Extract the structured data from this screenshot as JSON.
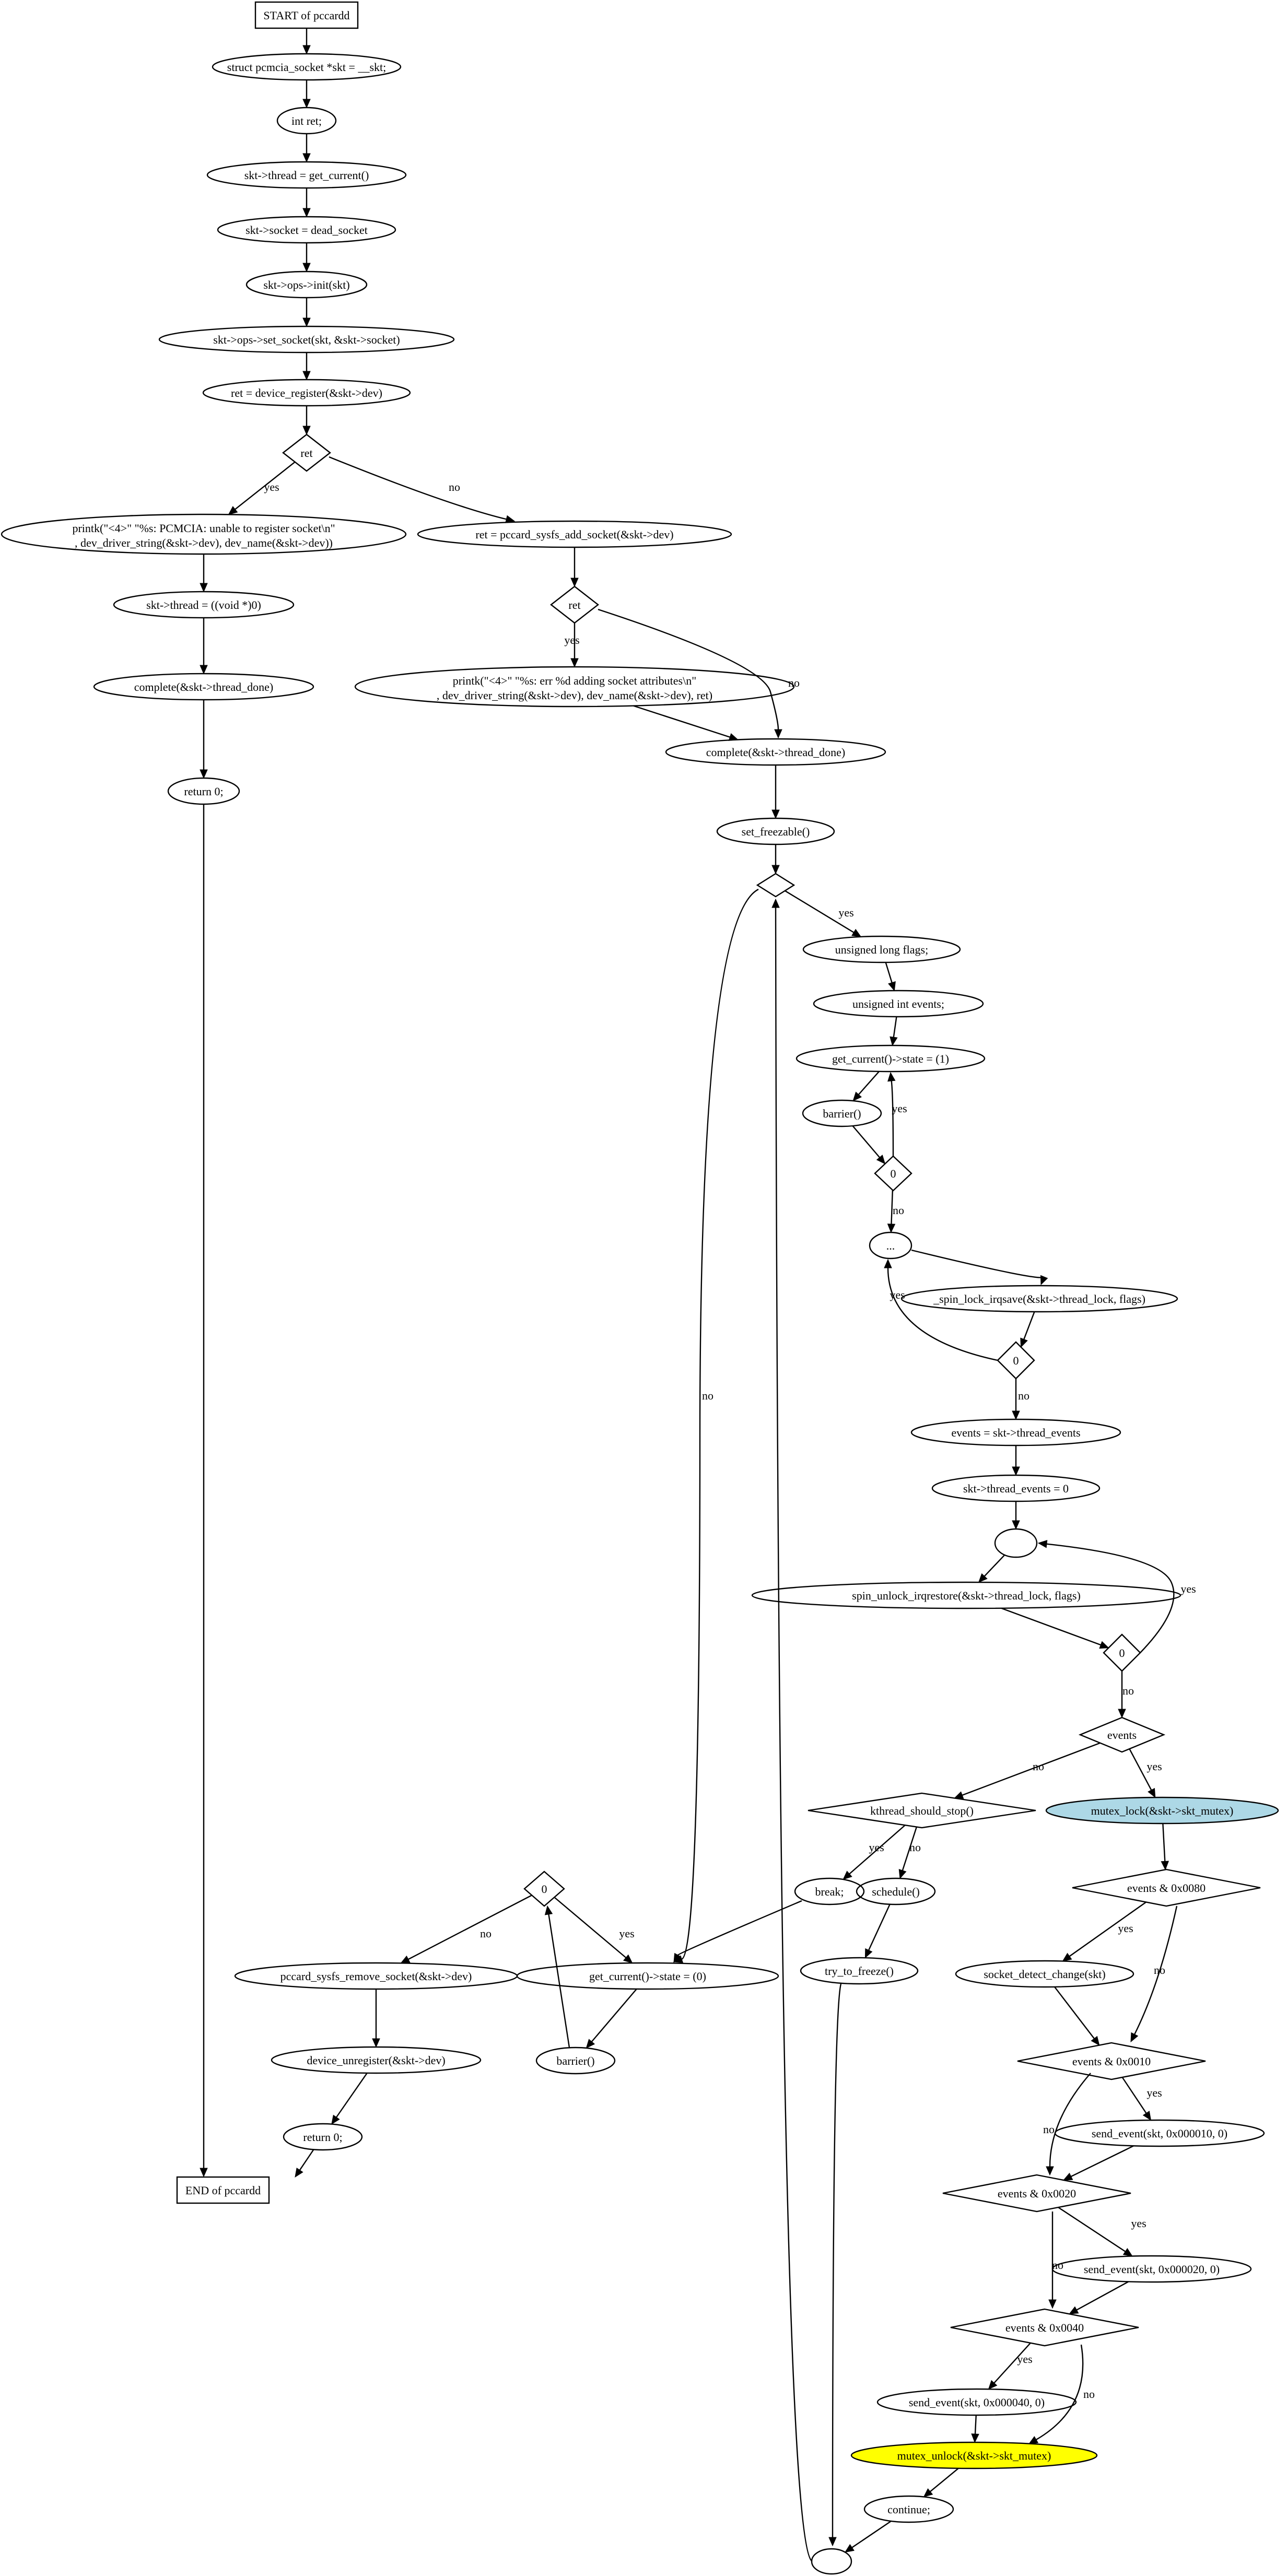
{
  "nodes": [
    {
      "id": "start",
      "shape": "box",
      "label": "START of pccardd"
    },
    {
      "id": "n1",
      "shape": "ellipse",
      "label": "struct pcmcia_socket *skt = __skt;"
    },
    {
      "id": "n2",
      "shape": "ellipse",
      "label": "int ret;"
    },
    {
      "id": "n3",
      "shape": "ellipse",
      "label": "skt->thread = get_current()"
    },
    {
      "id": "n4",
      "shape": "ellipse",
      "label": "skt->socket = dead_socket"
    },
    {
      "id": "n5",
      "shape": "ellipse",
      "label": "skt->ops->init(skt)"
    },
    {
      "id": "n6",
      "shape": "ellipse",
      "label": "skt->ops->set_socket(skt, &skt->socket)"
    },
    {
      "id": "n7",
      "shape": "ellipse",
      "label": "ret = device_register(&skt->dev)"
    },
    {
      "id": "d1",
      "shape": "diamond",
      "label": "ret"
    },
    {
      "id": "n8",
      "shape": "ellipse",
      "label": "printk(\"<4>\" \"%s: PCMCIA: unable to register socket\\n\", dev_driver_string(&skt->dev), dev_name(&skt->dev))",
      "lines": [
        "printk(\"<4>\" \"%s: PCMCIA: unable to register socket\\n\"",
        ", dev_driver_string(&skt->dev), dev_name(&skt->dev))"
      ]
    },
    {
      "id": "n9",
      "shape": "ellipse",
      "label": "skt->thread = ((void *)0)"
    },
    {
      "id": "n10",
      "shape": "ellipse",
      "label": "complete(&skt->thread_done)"
    },
    {
      "id": "n11",
      "shape": "ellipse",
      "label": "return 0;"
    },
    {
      "id": "n12",
      "shape": "ellipse",
      "label": "ret = pccard_sysfs_add_socket(&skt->dev)"
    },
    {
      "id": "d2",
      "shape": "diamond",
      "label": "ret"
    },
    {
      "id": "n13",
      "shape": "ellipse",
      "label": "printk(\"<4>\" \"%s: err %d adding socket attributes\\n\", dev_driver_string(&skt->dev), dev_name(&skt->dev), ret)",
      "lines": [
        "printk(\"<4>\" \"%s: err %d adding socket attributes\\n\"",
        ", dev_driver_string(&skt->dev), dev_name(&skt->dev), ret)"
      ]
    },
    {
      "id": "n14",
      "shape": "ellipse",
      "label": "complete(&skt->thread_done)"
    },
    {
      "id": "n15",
      "shape": "ellipse",
      "label": "set_freezable()"
    },
    {
      "id": "d3",
      "shape": "diamond",
      "label": ""
    },
    {
      "id": "n16",
      "shape": "ellipse",
      "label": "unsigned long flags;"
    },
    {
      "id": "n17",
      "shape": "ellipse",
      "label": "unsigned int events;"
    },
    {
      "id": "n18",
      "shape": "ellipse",
      "label": "get_current()->state = (1)"
    },
    {
      "id": "n19",
      "shape": "ellipse",
      "label": "barrier()"
    },
    {
      "id": "d4",
      "shape": "diamond",
      "label": "0"
    },
    {
      "id": "n20",
      "shape": "ellipse",
      "label": "..."
    },
    {
      "id": "n21",
      "shape": "ellipse",
      "label": "_spin_lock_irqsave(&skt->thread_lock, flags)"
    },
    {
      "id": "d5",
      "shape": "diamond",
      "label": "0"
    },
    {
      "id": "n22",
      "shape": "ellipse",
      "label": "events = skt->thread_events"
    },
    {
      "id": "n23",
      "shape": "ellipse",
      "label": "skt->thread_events = 0"
    },
    {
      "id": "n24",
      "shape": "ellipse",
      "label": ""
    },
    {
      "id": "n25",
      "shape": "ellipse",
      "label": "spin_unlock_irqrestore(&skt->thread_lock, flags)"
    },
    {
      "id": "d6",
      "shape": "diamond",
      "label": "0"
    },
    {
      "id": "d7",
      "shape": "diamond",
      "label": "events"
    },
    {
      "id": "d8",
      "shape": "diamond",
      "label": "kthread_should_stop()"
    },
    {
      "id": "n26",
      "shape": "ellipse",
      "label": "mutex_lock(&skt->skt_mutex)",
      "fill": "#add8e6"
    },
    {
      "id": "n27",
      "shape": "ellipse",
      "label": "break;"
    },
    {
      "id": "n28",
      "shape": "ellipse",
      "label": "schedule()"
    },
    {
      "id": "n29",
      "shape": "ellipse",
      "label": "try_to_freeze()"
    },
    {
      "id": "d9",
      "shape": "diamond",
      "label": "events & 0x0080"
    },
    {
      "id": "n30",
      "shape": "ellipse",
      "label": "socket_detect_change(skt)"
    },
    {
      "id": "d10",
      "shape": "diamond",
      "label": "events & 0x0010"
    },
    {
      "id": "n31",
      "shape": "ellipse",
      "label": "send_event(skt, 0x000010, 0)"
    },
    {
      "id": "d11",
      "shape": "diamond",
      "label": "events & 0x0020"
    },
    {
      "id": "n32",
      "shape": "ellipse",
      "label": "send_event(skt, 0x000020, 0)"
    },
    {
      "id": "d12",
      "shape": "diamond",
      "label": "events & 0x0040"
    },
    {
      "id": "n33",
      "shape": "ellipse",
      "label": "send_event(skt, 0x000040, 0)"
    },
    {
      "id": "n34",
      "shape": "ellipse",
      "label": "mutex_unlock(&skt->skt_mutex)",
      "fill": "#ffff00"
    },
    {
      "id": "n35",
      "shape": "ellipse",
      "label": "continue;"
    },
    {
      "id": "n36",
      "shape": "ellipse",
      "label": ""
    },
    {
      "id": "d13",
      "shape": "diamond",
      "label": "0"
    },
    {
      "id": "n37",
      "shape": "ellipse",
      "label": "get_current()->state = (0)"
    },
    {
      "id": "n38",
      "shape": "ellipse",
      "label": "barrier()"
    },
    {
      "id": "n39",
      "shape": "ellipse",
      "label": "pccard_sysfs_remove_socket(&skt->dev)"
    },
    {
      "id": "n40",
      "shape": "ellipse",
      "label": "device_unregister(&skt->dev)"
    },
    {
      "id": "n41",
      "shape": "ellipse",
      "label": "return 0;"
    },
    {
      "id": "end",
      "shape": "box",
      "label": "END of pccardd"
    }
  ],
  "edges": [
    {
      "from": "start",
      "to": "n1",
      "label": ""
    },
    {
      "from": "n1",
      "to": "n2",
      "label": ""
    },
    {
      "from": "n2",
      "to": "n3",
      "label": ""
    },
    {
      "from": "n3",
      "to": "n4",
      "label": ""
    },
    {
      "from": "n4",
      "to": "n5",
      "label": ""
    },
    {
      "from": "n5",
      "to": "n6",
      "label": ""
    },
    {
      "from": "n6",
      "to": "n7",
      "label": ""
    },
    {
      "from": "n7",
      "to": "d1",
      "label": ""
    },
    {
      "from": "d1",
      "to": "n8",
      "label": "yes"
    },
    {
      "from": "d1",
      "to": "n12",
      "label": "no"
    },
    {
      "from": "n8",
      "to": "n9",
      "label": ""
    },
    {
      "from": "n9",
      "to": "n10",
      "label": ""
    },
    {
      "from": "n10",
      "to": "n11",
      "label": ""
    },
    {
      "from": "n11",
      "to": "end",
      "label": ""
    },
    {
      "from": "n12",
      "to": "d2",
      "label": ""
    },
    {
      "from": "d2",
      "to": "n13",
      "label": "yes"
    },
    {
      "from": "d2",
      "to": "n14",
      "label": "no"
    },
    {
      "from": "n13",
      "to": "n14",
      "label": ""
    },
    {
      "from": "n14",
      "to": "n15",
      "label": ""
    },
    {
      "from": "n15",
      "to": "d3",
      "label": ""
    },
    {
      "from": "d3",
      "to": "n16",
      "label": "yes"
    },
    {
      "from": "d3",
      "to": "n37",
      "label": "no"
    },
    {
      "from": "n16",
      "to": "n17",
      "label": ""
    },
    {
      "from": "n17",
      "to": "n18",
      "label": ""
    },
    {
      "from": "n18",
      "to": "n19",
      "label": ""
    },
    {
      "from": "n19",
      "to": "d4",
      "label": ""
    },
    {
      "from": "d4",
      "to": "n18",
      "label": "yes"
    },
    {
      "from": "d4",
      "to": "n20",
      "label": "no"
    },
    {
      "from": "n20",
      "to": "n21",
      "label": ""
    },
    {
      "from": "n21",
      "to": "d5",
      "label": ""
    },
    {
      "from": "d5",
      "to": "n20",
      "label": "yes"
    },
    {
      "from": "d5",
      "to": "n22",
      "label": "no"
    },
    {
      "from": "n22",
      "to": "n23",
      "label": ""
    },
    {
      "from": "n23",
      "to": "n24",
      "label": ""
    },
    {
      "from": "n24",
      "to": "n25",
      "label": ""
    },
    {
      "from": "n25",
      "to": "d6",
      "label": ""
    },
    {
      "from": "d6",
      "to": "n24",
      "label": "yes"
    },
    {
      "from": "d6",
      "to": "d7",
      "label": "no"
    },
    {
      "from": "d7",
      "to": "d8",
      "label": "no"
    },
    {
      "from": "d7",
      "to": "n26",
      "label": "yes"
    },
    {
      "from": "d8",
      "to": "n27",
      "label": "yes"
    },
    {
      "from": "d8",
      "to": "n28",
      "label": "no"
    },
    {
      "from": "n27",
      "to": "n37",
      "label": ""
    },
    {
      "from": "n28",
      "to": "n29",
      "label": ""
    },
    {
      "from": "n29",
      "to": "n36",
      "label": ""
    },
    {
      "from": "n26",
      "to": "d9",
      "label": ""
    },
    {
      "from": "d9",
      "to": "n30",
      "label": "yes"
    },
    {
      "from": "d9",
      "to": "d10",
      "label": "no"
    },
    {
      "from": "n30",
      "to": "d10",
      "label": ""
    },
    {
      "from": "d10",
      "to": "n31",
      "label": "yes"
    },
    {
      "from": "d10",
      "to": "d11",
      "label": "no"
    },
    {
      "from": "n31",
      "to": "d11",
      "label": ""
    },
    {
      "from": "d11",
      "to": "n32",
      "label": "yes"
    },
    {
      "from": "d11",
      "to": "d12",
      "label": "no"
    },
    {
      "from": "n32",
      "to": "d12",
      "label": ""
    },
    {
      "from": "d12",
      "to": "n33",
      "label": "yes"
    },
    {
      "from": "d12",
      "to": "n34",
      "label": "no"
    },
    {
      "from": "n33",
      "to": "n34",
      "label": ""
    },
    {
      "from": "n34",
      "to": "n35",
      "label": ""
    },
    {
      "from": "n35",
      "to": "n36",
      "label": ""
    },
    {
      "from": "n36",
      "to": "d3",
      "label": ""
    },
    {
      "from": "d13",
      "to": "n37",
      "label": "yes"
    },
    {
      "from": "d13",
      "to": "n39",
      "label": "no"
    },
    {
      "from": "n37",
      "to": "n38",
      "label": ""
    },
    {
      "from": "n38",
      "to": "d13",
      "label": ""
    },
    {
      "from": "n39",
      "to": "n40",
      "label": ""
    },
    {
      "from": "n40",
      "to": "n41",
      "label": ""
    },
    {
      "from": "n41",
      "to": "end",
      "label": ""
    }
  ]
}
